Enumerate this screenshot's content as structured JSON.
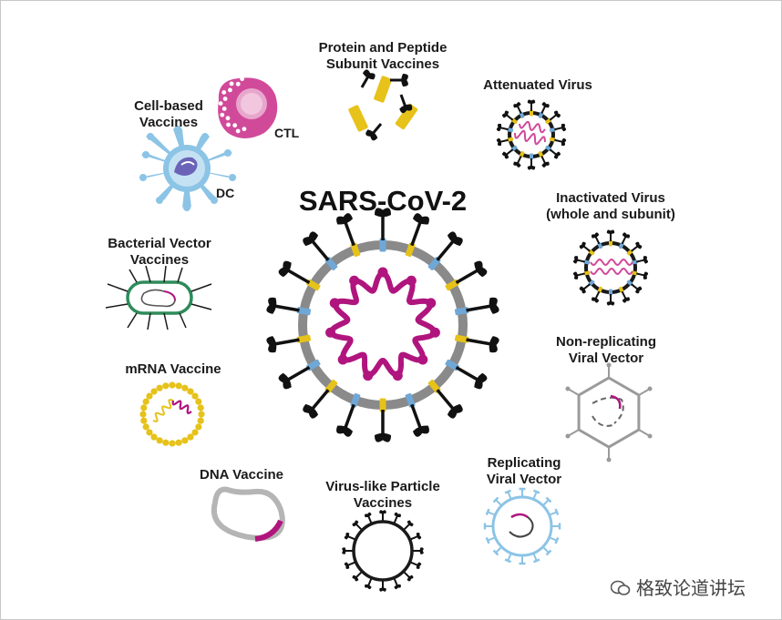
{
  "title": "SARS-CoV-2",
  "labels": {
    "protein": [
      "Protein and Peptide",
      "Subunit Vaccines"
    ],
    "attenuated": [
      "Attenuated Virus"
    ],
    "inactivated": [
      "Inactivated Virus",
      "(whole and subunit)"
    ],
    "nonrep": [
      "Non-replicating",
      "Viral Vector"
    ],
    "replicating": [
      "Replicating",
      "Viral Vector"
    ],
    "vlp": [
      "Virus-like Particle",
      "Vaccines"
    ],
    "dna": [
      "DNA Vaccine"
    ],
    "mrna": [
      "mRNA Vaccine"
    ],
    "bacterial": [
      "Bacterial Vector",
      "Vaccines"
    ],
    "cell": [
      "Cell-based",
      "Vaccines"
    ]
  },
  "cell_tags": {
    "ctl": "CTL",
    "dc": "DC"
  },
  "watermark": "格致论道讲坛",
  "colors": {
    "spike": "#111111",
    "envelope": "#8a8a8a",
    "rna": "#b0157e",
    "yellow": "#e6c21a",
    "blue": "#6fa8d6",
    "green": "#2e8b5a",
    "pink": "#d14a9a",
    "lightblue": "#8cc4e6",
    "gray": "#9a9a9a"
  },
  "icons": [
    "sars-cov-2-virion-icon",
    "peptide-subunit-icon",
    "attenuated-virus-icon",
    "inactivated-virus-icon",
    "non-replicating-vector-icon",
    "replicating-vector-icon",
    "vlp-icon",
    "dna-plasmid-icon",
    "mrna-lnp-icon",
    "bacterium-icon",
    "ctl-cell-icon",
    "dendritic-cell-icon",
    "wechat-icon"
  ]
}
